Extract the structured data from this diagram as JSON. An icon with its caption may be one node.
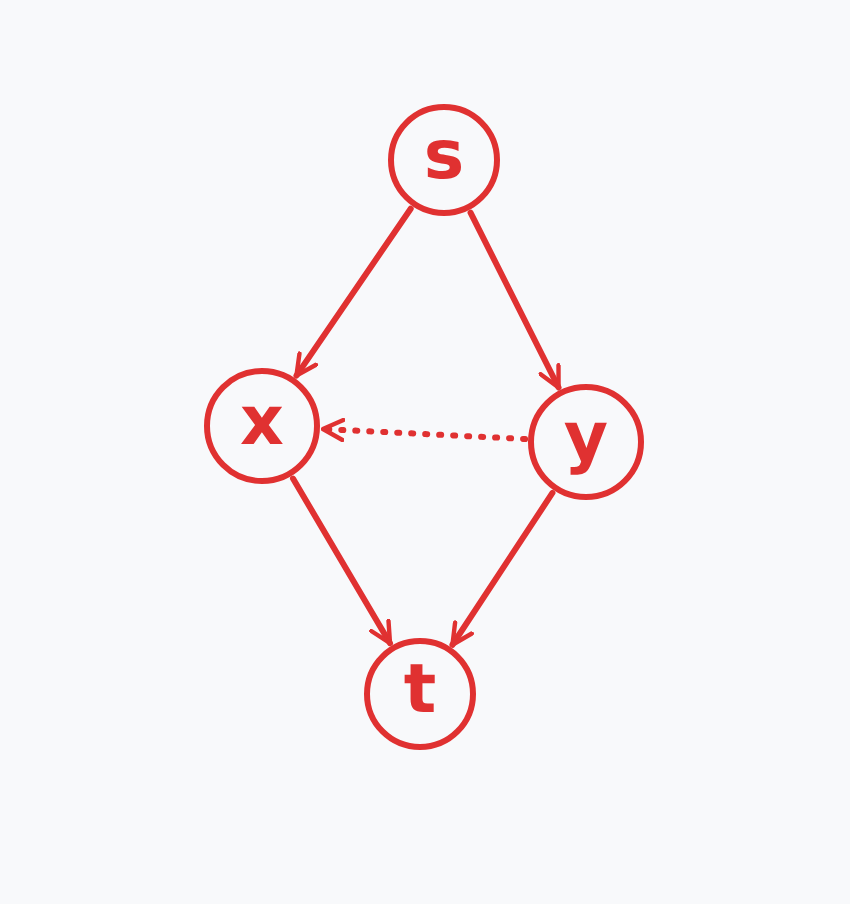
{
  "diagram": {
    "nodes": [
      {
        "text": [
          "s"
        ]
      },
      {
        "text": [
          "x"
        ]
      },
      {
        "text": [
          "y"
        ]
      },
      {
        "text": [
          "t"
        ]
      }
    ],
    "edges": [
      {
        "from": 0,
        "to": 1,
        "arrow": "to"
      },
      {
        "from": 0,
        "to": 2,
        "arrow": "to"
      },
      {
        "from": 2,
        "to": 1,
        "arrow": "to",
        "style": "dashed"
      },
      {
        "from": 1,
        "to": 3,
        "arrow": "to"
      },
      {
        "from": 2,
        "to": 3,
        "arrow": "to"
      }
    ]
  }
}
